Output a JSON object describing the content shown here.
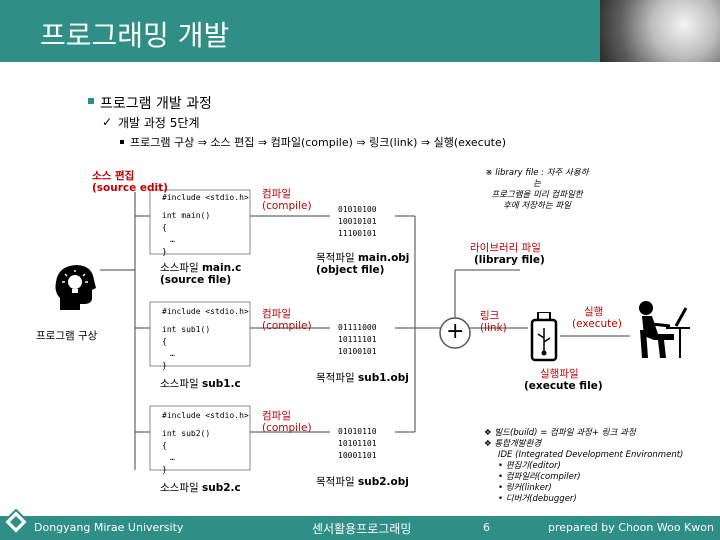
{
  "header": {
    "title": "프로그래밍 개발"
  },
  "bullets": {
    "level1": "프로그램 개발 과정",
    "level2": "개발 과정 5단계",
    "level3": "프로그램 구상 ⇒ 소스 편집 ⇒ 컴파일(compile) ⇒ 링크(link) ⇒ 실행(execute)"
  },
  "diagram": {
    "source_edit": {
      "ko": "소스 편집",
      "en": "(source edit)"
    },
    "program_idea": "프로그램 구상",
    "sources": [
      {
        "lines": [
          "#include <stdio.h>",
          "int main()",
          "{",
          "…",
          "}"
        ],
        "label_ko": "소스파일",
        "label_name": "main.c",
        "label_en": "(source file)"
      },
      {
        "lines": [
          "#include <stdio.h>",
          "int sub1()",
          "{",
          "…",
          "}"
        ],
        "label_ko": "소스파일",
        "label_name": "sub1.c"
      },
      {
        "lines": [
          "#include <stdio.h>",
          "int sub2()",
          "{",
          "…",
          "}"
        ],
        "label_ko": "소스파일",
        "label_name": "sub2.c"
      }
    ],
    "compile_ko": "컴파일",
    "compile_en": "(compile)",
    "objects": [
      {
        "bits": [
          "01010100",
          "10010101",
          "11100101"
        ],
        "label_ko": "목적파일",
        "label_name": "main.obj",
        "label_en": "(object file)"
      },
      {
        "bits": [
          "01111000",
          "10111101",
          "10100101"
        ],
        "label_ko": "목적파일",
        "label_name": "sub1.obj"
      },
      {
        "bits": [
          "01010110",
          "10101101",
          "10001101"
        ],
        "label_ko": "목적파일",
        "label_name": "sub2.obj"
      }
    ],
    "library_note": [
      "※ library file : 자주 사용하는",
      "프로그램을 미리 컴파일한",
      "후에 저장하는 파일"
    ],
    "library": {
      "ko": "라이브러리 파일",
      "en": "(library file)"
    },
    "link": {
      "ko": "링크",
      "en": "(link)"
    },
    "execute": {
      "ko": "실행",
      "en": "(execute)"
    },
    "exec_file": {
      "ko": "실행파일",
      "en": "(execute file)"
    },
    "plus": "+",
    "build_notes": [
      "빌드(build) = 컴파일 과정+ 링크 과정",
      "통합개발환경",
      "IDE (Integrated Development Environment)"
    ],
    "ide_items": [
      "편집기(editor)",
      "컴파일러(compiler)",
      "링커(linker)",
      "디버거(debugger)"
    ]
  },
  "footer": {
    "left": "Dongyang Mirae University",
    "center": "센서활용프로그래밍",
    "page": "6",
    "right": "prepared by Choon Woo Kwon"
  },
  "colors": {
    "teal": "#2f8f86",
    "red": "#c00000"
  }
}
